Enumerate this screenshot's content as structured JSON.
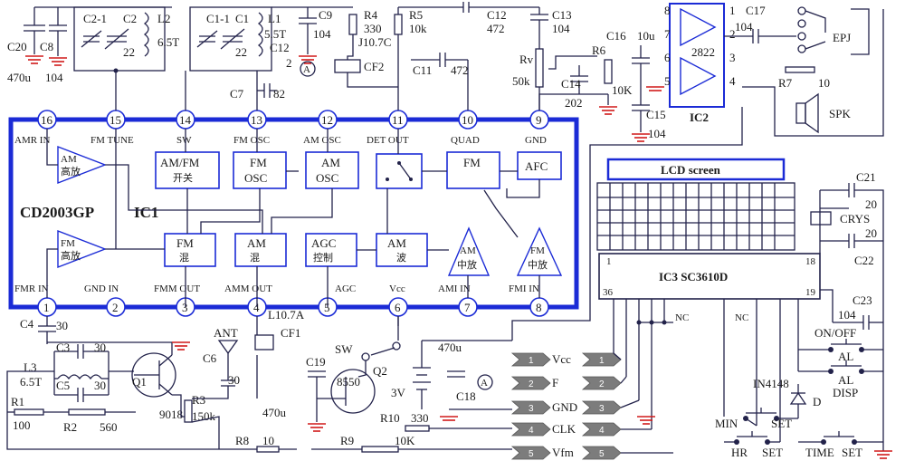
{
  "ic1": {
    "name": "CD2003GP",
    "ref": "IC1",
    "top_pins": [
      {
        "num": "16",
        "label": "AMR  IN"
      },
      {
        "num": "15",
        "label": "FM  TUNE"
      },
      {
        "num": "14",
        "label": "SW"
      },
      {
        "num": "13",
        "label": "FM  OSC"
      },
      {
        "num": "12",
        "label": "AM  OSC"
      },
      {
        "num": "11",
        "label": "DET  OUT"
      },
      {
        "num": "10",
        "label": "QUAD"
      },
      {
        "num": "9",
        "label": "GND"
      }
    ],
    "bottom_pins": [
      {
        "num": "1",
        "label": "FMR  IN"
      },
      {
        "num": "2",
        "label": "GND  IN"
      },
      {
        "num": "3",
        "label": "FMM  OUT"
      },
      {
        "num": "4",
        "label": "AMM  OUT"
      },
      {
        "num": "5",
        "label": "AGC"
      },
      {
        "num": "6",
        "label": "Vcc"
      },
      {
        "num": "7",
        "label": "AMI  IN"
      },
      {
        "num": "8",
        "label": "FMI  IN"
      }
    ],
    "blocks": {
      "am_amp": "AM",
      "am_amp_sub": "高放",
      "fm_amp": "FM",
      "fm_amp_sub": "高放",
      "amfm_switch": "AM/FM",
      "amfm_switch_sub": "开关",
      "fm_osc": "FM",
      "fm_osc_sub": "OSC",
      "am_osc": "AM",
      "am_osc_sub": "OSC",
      "fm_det": "FM",
      "afc": "AFC",
      "fm_mix": "FM",
      "fm_mix_sub": "混",
      "am_mix": "AM",
      "am_mix_sub": "混",
      "agc": "AGC",
      "agc_sub": "控制",
      "am_det": "AM",
      "am_det_sub": "波",
      "am_if": "AM",
      "am_if_sub": "中放",
      "fm_if": "FM",
      "fm_if_sub": "中放"
    }
  },
  "components": {
    "c20": "C20",
    "c20v": "470u",
    "c8": "C8",
    "c8v": "104",
    "c21cap": "C2-1",
    "c2": "C2",
    "c2v": "22",
    "l2": "L2",
    "l2v": "6.5T",
    "c11cap": "C1-1",
    "c1": "C1",
    "c1v": "22",
    "l1": "L1",
    "l1v": "5.5T",
    "c9": "C9",
    "c9v": "104",
    "c12a": "C12",
    "c12av": "2",
    "c7": "C7",
    "c7v": "82",
    "r4": "R4",
    "r4v": "330",
    "j10": "J10.7C",
    "cf2": "CF2",
    "r5": "R5",
    "r5v": "10k",
    "c12": "C12",
    "c12v": "472",
    "c11": "C11",
    "c11v": "472",
    "c13": "C13",
    "c13v": "104",
    "rv": "Rv",
    "rvv": "50k",
    "c14": "C14",
    "c14v": "202",
    "r6": "R6",
    "r6v": "10K",
    "c16": "C16",
    "c16v": "10u",
    "c15": "C15",
    "c15v": "104",
    "c17": "C17",
    "c17v": "104",
    "r7": "R7",
    "r7v": "10",
    "epj": "EPJ",
    "spk": "SPK",
    "ic2": "IC2",
    "ic2part": "2822",
    "ic2pins": [
      "8",
      "7",
      "6",
      "5",
      "1",
      "2",
      "3",
      "4"
    ],
    "c4": "C4",
    "c4v": "30",
    "c3": "C3",
    "c3v": "30",
    "l3": "L3",
    "l3v": "6.5T",
    "c5": "C5",
    "c5v": "30",
    "q1": "Q1",
    "q1part": "9018",
    "r1": "R1",
    "r1v": "100",
    "r2": "R2",
    "r2v": "560",
    "r3": "R3",
    "r3v": "150k",
    "c6": "C6",
    "c6v": "30",
    "ant": "ANT",
    "l10": "L10.7A",
    "cf1": "CF1",
    "c470": "470u",
    "r8": "R8",
    "r8v": "10",
    "r9": "R9",
    "r9v": "10K",
    "sw": "SW",
    "q2": "Q2",
    "q2part": "8550",
    "c19": "C19",
    "bat": "3V",
    "c470b": "470u",
    "c18": "C18",
    "r10": "R10",
    "r10v": "330",
    "node_a": "A"
  },
  "connectors": [
    {
      "num": "1",
      "signal": "Vcc"
    },
    {
      "num": "2",
      "signal": "F"
    },
    {
      "num": "3",
      "signal": "GND"
    },
    {
      "num": "4",
      "signal": "CLK"
    },
    {
      "num": "5",
      "signal": "Vfm"
    }
  ],
  "ic3": {
    "lcd": "LCD screen",
    "name": "IC3   SC3610D",
    "pin1": "1",
    "pin18": "18",
    "pin36": "36",
    "pin19": "19",
    "nc1": "NC",
    "nc2": "NC",
    "c21": "C21",
    "c21v": "20",
    "crys": "CRYS",
    "c22": "C22",
    "c22v": "20",
    "c23": "C23",
    "c23v": "104",
    "onoff": "ON/OFF",
    "al": "AL",
    "aldisp_a": "AL",
    "aldisp_b": "DISP",
    "diode": "IN4148",
    "diode_ref": "D",
    "min": "MIN",
    "set1": "SET",
    "hr": "HR",
    "set2": "SET",
    "time": "TIME",
    "set3": "SET"
  },
  "colors": {
    "bus": "#1b2bd6",
    "ground": "#d11a1a",
    "wire": "#22224a",
    "connector": "#7c7c7c"
  }
}
